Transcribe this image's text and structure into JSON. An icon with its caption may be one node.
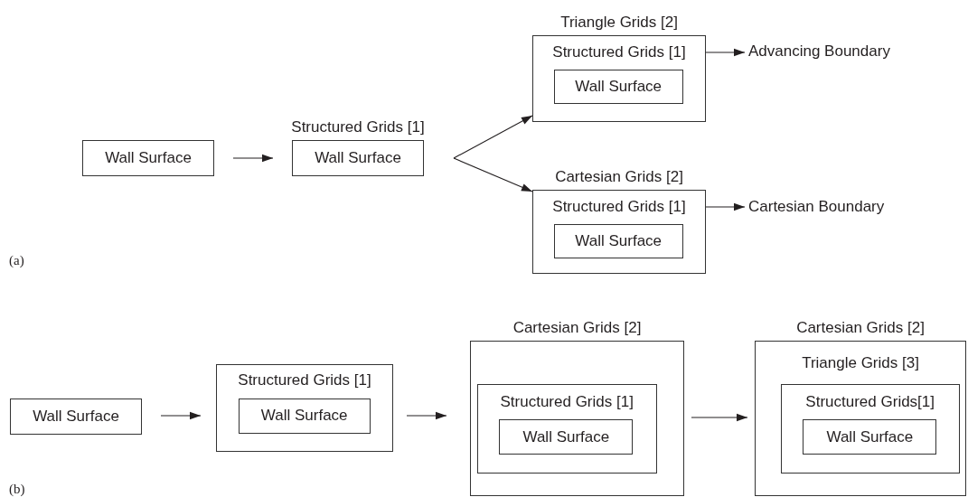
{
  "diagram": {
    "nodes": [
      {
        "text": [
          "Wall Surface"
        ]
      },
      {
        "text": [
          "Structured Grids [1]",
          "Wall Surface"
        ]
      },
      {
        "text": [
          "Triangle Grids [2]",
          "Structured Grids [1]"
        ]
      },
      {
        "text": [
          "Wall Surface"
        ],
        "in": 2
      },
      {
        "text": [
          "Advancing Boundary"
        ]
      },
      {
        "text": [
          "Cartesian Grids [2]",
          "Structured Grids [1]"
        ]
      },
      {
        "text": [
          "Wall Surface"
        ],
        "in": 5
      },
      {
        "text": [
          "Cartesian Boundary"
        ]
      },
      {
        "text": [
          "Wall Surface"
        ]
      },
      {
        "text": [
          "Structured Grids [1]"
        ]
      },
      {
        "text": [
          "Wall Surface"
        ],
        "in": 9
      },
      {
        "text": [
          "Cartesian Grids [2]"
        ]
      },
      {
        "text": [
          "Structured Grids [1]"
        ],
        "in": 11
      },
      {
        "text": [
          "Wall Surface"
        ],
        "in": 12
      },
      {
        "text": [
          "Cartesian Grids [2]",
          "Triangle Grids [3]"
        ]
      },
      {
        "text": [
          "Structured Grids[1]"
        ],
        "in": 14
      },
      {
        "text": [
          "Wall Surface"
        ],
        "in": 15
      }
    ],
    "edges": [
      {
        "from": 0,
        "to": 1,
        "arrow": "to"
      },
      {
        "from": 1,
        "to": 2,
        "arrow": "to"
      },
      {
        "from": 1,
        "to": 5,
        "arrow": "to"
      },
      {
        "from": 2,
        "to": 4,
        "arrow": "to"
      },
      {
        "from": 5,
        "to": 7,
        "arrow": "to"
      },
      {
        "from": 8,
        "to": 9,
        "arrow": "to"
      },
      {
        "from": 9,
        "to": 11,
        "arrow": "to"
      },
      {
        "from": 11,
        "to": 14,
        "arrow": "to"
      }
    ],
    "labels": [
      "(a)",
      "(b)"
    ]
  }
}
